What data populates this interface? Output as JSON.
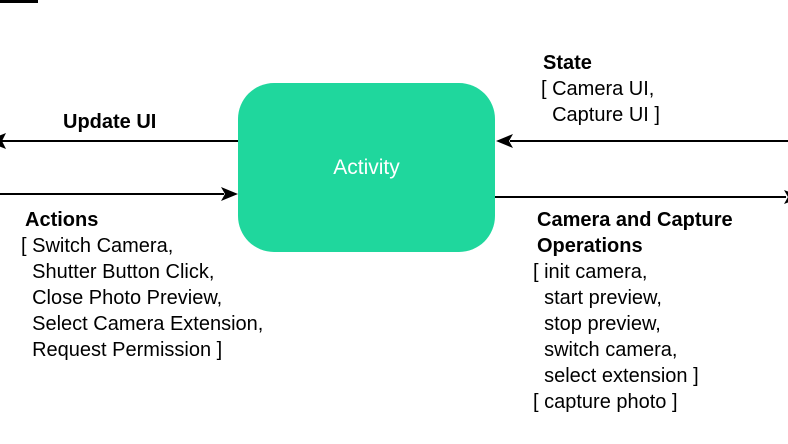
{
  "colors": {
    "box_fill": "#1fd79d",
    "box_text": "#ffffff",
    "line": "#000000",
    "text": "#000000"
  },
  "activity_box": {
    "label": "Activity"
  },
  "update_ui": {
    "label": "Update UI"
  },
  "state": {
    "title": "State",
    "lines": [
      "[ Camera UI,",
      "  Capture UI ]"
    ]
  },
  "actions": {
    "title": "Actions",
    "lines": [
      "[ Switch Camera,",
      "  Shutter Button Click,",
      "  Close Photo Preview,",
      "  Select Camera Extension,",
      "  Request Permission ]"
    ]
  },
  "camera_ops": {
    "title": "Camera and Capture Operations",
    "lines": [
      "[ init camera,",
      "  start preview,",
      "  stop preview,",
      "  switch camera,",
      "  select extension ]",
      "[ capture photo ]"
    ]
  }
}
